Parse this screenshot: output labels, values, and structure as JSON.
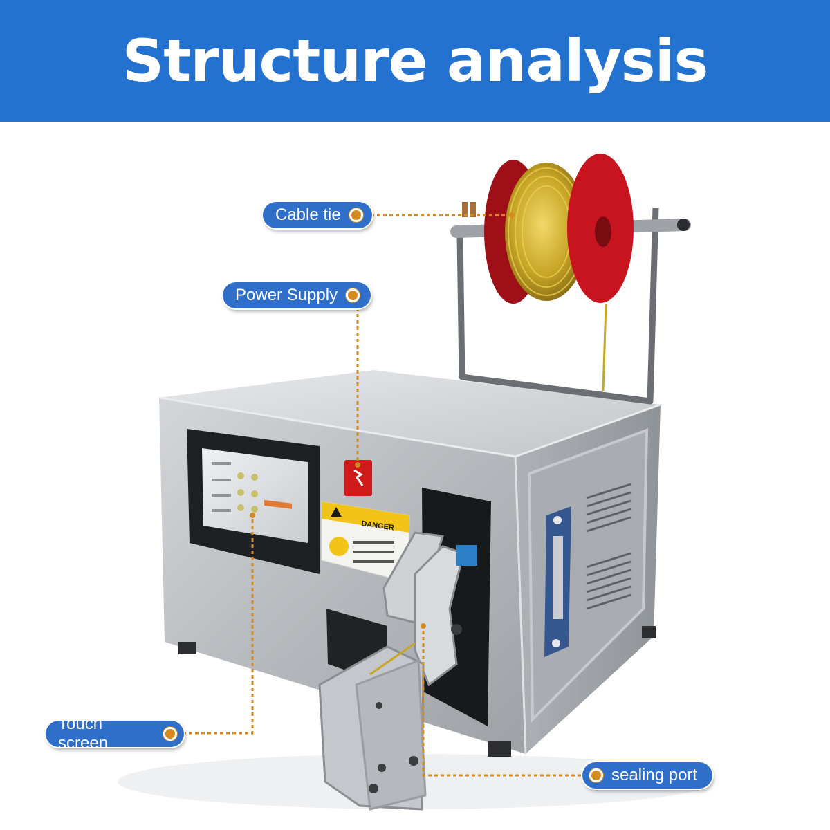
{
  "header": {
    "title": "Structure analysis",
    "background": "#2372d0"
  },
  "callouts": {
    "cable_tie": "Cable tie",
    "power_supply": "Power Supply",
    "touch_screen": "Touch screen",
    "sealing_port": "sealing port"
  },
  "colors": {
    "callout_bg": "#2f6fc9",
    "leader_line": "#d48a1e",
    "spool_red": "#c8141e",
    "wire_gold": "#c9a526",
    "steel": "#b9bcc0"
  },
  "product": {
    "label_text": "DANGER",
    "icon_names": [
      "warning-triangle-icon",
      "power-switch-icon",
      "fan-icon"
    ]
  }
}
